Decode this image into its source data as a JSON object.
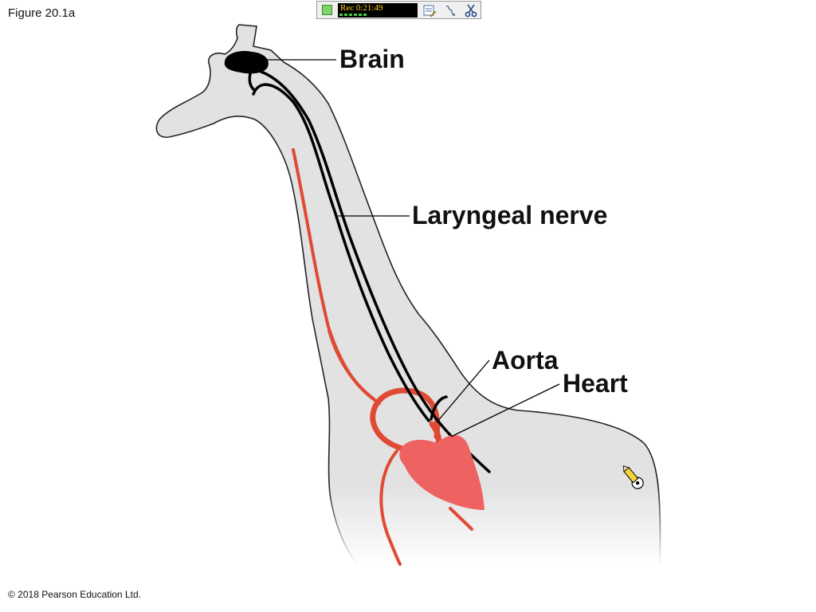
{
  "figure_label": "Figure 20.1a",
  "copyright": "© 2018 Pearson Education Ltd.",
  "recorder": {
    "status_text": "Rec 0:21:49",
    "colors": {
      "stop": "#7fd36b",
      "display": "#000000",
      "text": "#ffd21a"
    },
    "buttons": [
      "stop-icon",
      "notes-icon",
      "pen-icon",
      "scissors-icon"
    ]
  },
  "labels": {
    "brain": "Brain",
    "laryngeal_nerve": "Laryngeal nerve",
    "aorta": "Aorta",
    "heart": "Heart"
  },
  "colors": {
    "body": "#e2e2e2",
    "outline": "#222222",
    "nerve": "#000000",
    "artery": "#e04a35",
    "heart": "#ef6262"
  }
}
